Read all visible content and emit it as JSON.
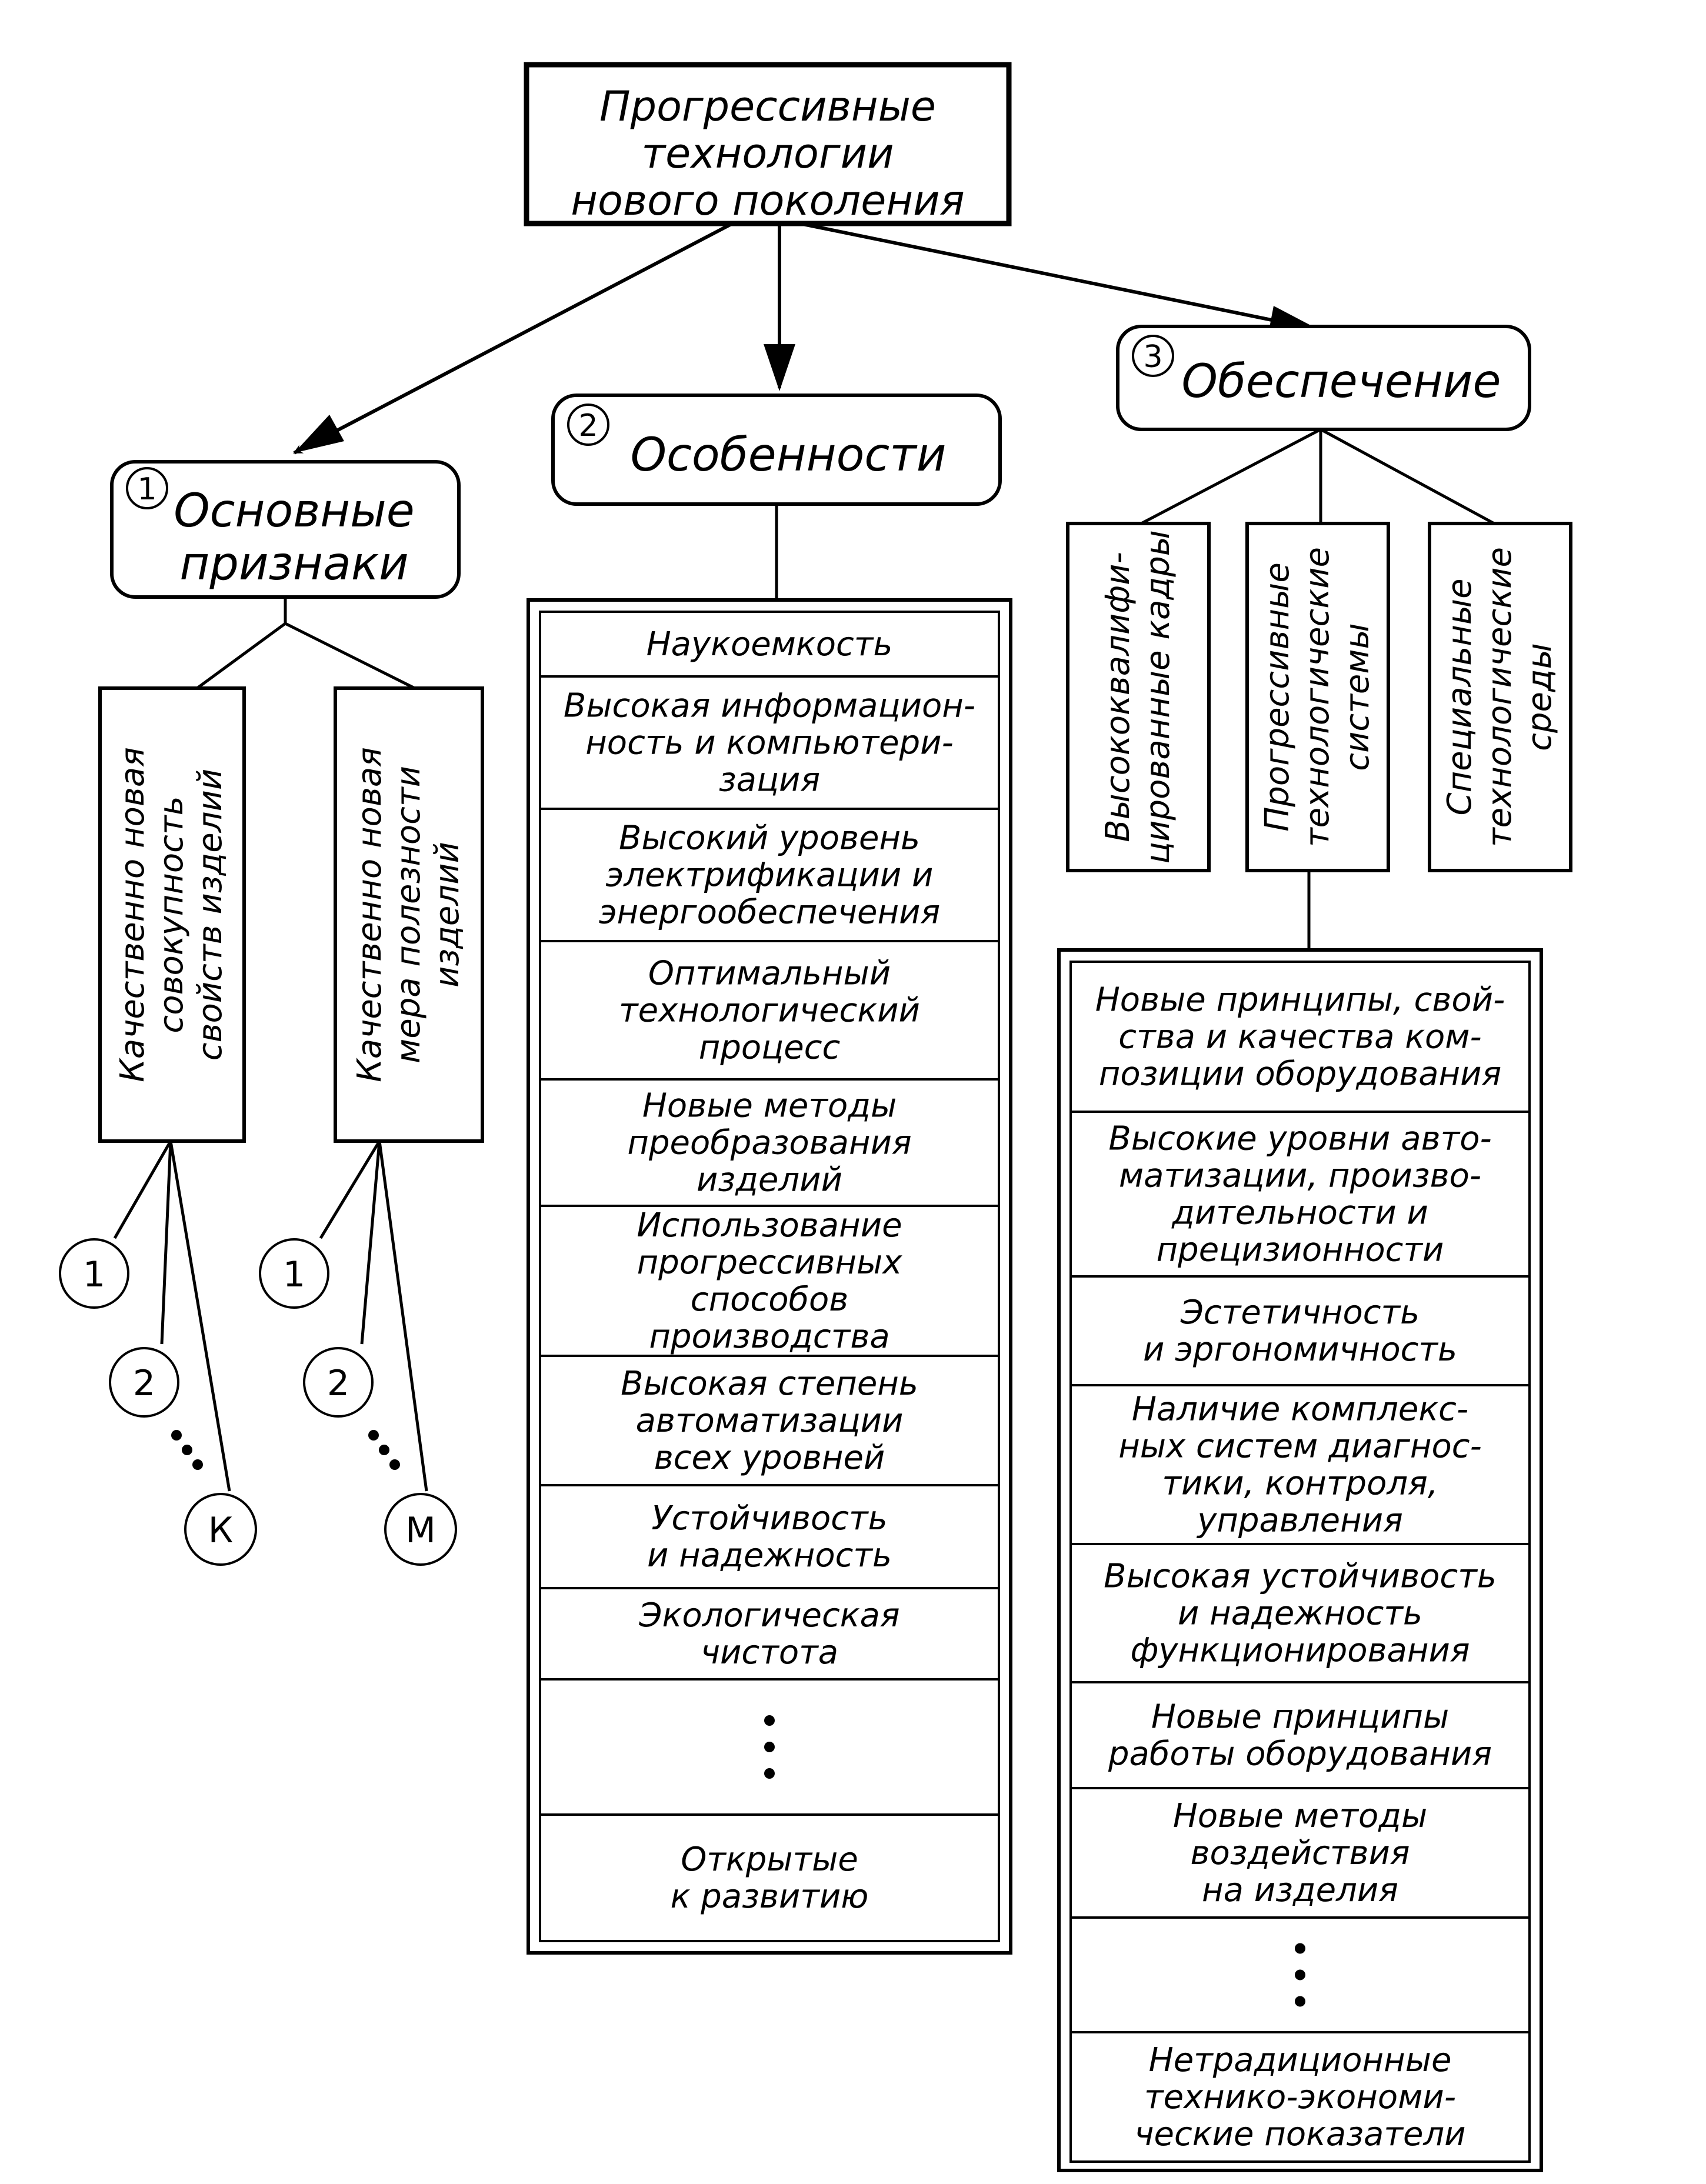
{
  "root": {
    "lines": [
      "Прогрессивные",
      "технологии",
      "нового поколения"
    ]
  },
  "branch1": {
    "number": "1",
    "lines": [
      "Основные",
      "признаки"
    ],
    "columns": [
      {
        "lines": [
          "Качественно новая",
          "совокупность",
          "свойств изделий"
        ],
        "circles": [
          "1",
          "2",
          "К"
        ]
      },
      {
        "lines": [
          "Качественно новая",
          "мера полезности",
          "изделий"
        ],
        "circles": [
          "1",
          "2",
          "М"
        ]
      }
    ]
  },
  "branch2": {
    "number": "2",
    "label": "Особенности",
    "items": [
      [
        "Наукоемкость"
      ],
      [
        "Высокая информацион-",
        "ность и компьютери-",
        "зация"
      ],
      [
        "Высокий уровень",
        "электрификации и",
        "энергообеспечения"
      ],
      [
        "Оптимальный",
        "технологический",
        "процесс"
      ],
      [
        "Новые методы",
        "преобразования",
        "изделий"
      ],
      [
        "Использование",
        "прогрессивных",
        "способов",
        "производства"
      ],
      [
        "Высокая степень",
        "автоматизации",
        "всех уровней"
      ],
      [
        "Устойчивость",
        "и надежность"
      ],
      [
        "Экологическая",
        "чистота"
      ],
      [],
      [
        "Открытые",
        "к развитию"
      ]
    ]
  },
  "branch3": {
    "number": "3",
    "label": "Обеспечение",
    "columns": [
      [
        "Высококвалифи-",
        "цированные кадры"
      ],
      [
        "Прогрессивные",
        "технологические",
        "системы"
      ],
      [
        "Специальные",
        "технологические",
        "среды"
      ]
    ],
    "items": [
      [
        "Новые принципы, свой-",
        "ства и качества ком-",
        "позиции оборудования"
      ],
      [
        "Высокие уровни авто-",
        "матизации, произво-",
        "дительности и",
        "прецизионности"
      ],
      [
        "Эстетичность",
        "и эргономичность"
      ],
      [
        "Наличие комплекс-",
        "ных систем диагнос-",
        "тики, контроля,",
        "управления"
      ],
      [
        "Высокая устойчивость",
        "и надежность",
        "функционирования"
      ],
      [
        "Новые принципы",
        "работы оборудования"
      ],
      [
        "Новые методы",
        "воздействия",
        "на изделия"
      ],
      [],
      [
        "Нетрадиционные",
        "технико-экономи-",
        "ческие показатели"
      ]
    ]
  }
}
